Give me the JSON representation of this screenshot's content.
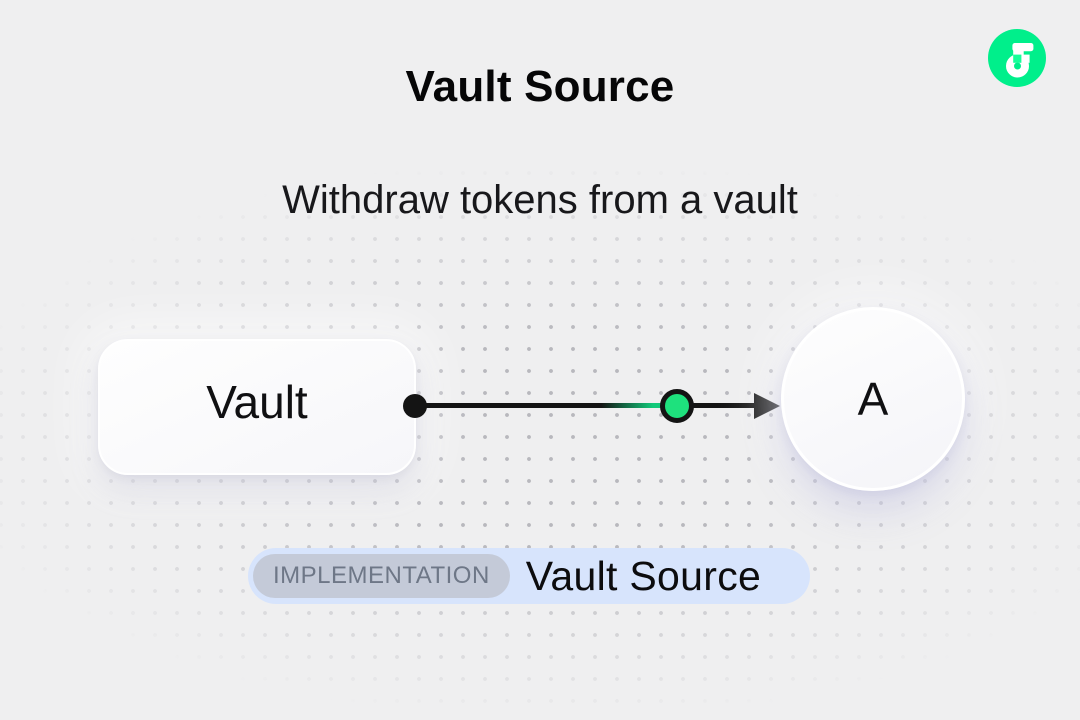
{
  "header": {
    "title": "Vault Source",
    "subtitle": "Withdraw tokens from a vault"
  },
  "logo": {
    "name": "Flow",
    "circle_color": "#00EF8B",
    "glyph_color": "#FFFFFF",
    "notch_color": "#16FF99"
  },
  "diagram": {
    "vault_node": {
      "label": "Vault"
    },
    "recipient_node": {
      "label": "A"
    },
    "edge": {
      "line_color": "#141414",
      "start_dot_color": "#141414",
      "token_dot_color": "#1EE17D",
      "token_dot_border": "#141414"
    }
  },
  "caption": {
    "tag": "IMPLEMENTATION",
    "label": "Vault Source",
    "bg_color": "#D7E4FC",
    "tag_bg_color": "#C4CAD8",
    "tag_text_color": "#6E7787"
  },
  "colors": {
    "background": "#EFEFF0",
    "dot_grid": "#C9C9CE"
  }
}
